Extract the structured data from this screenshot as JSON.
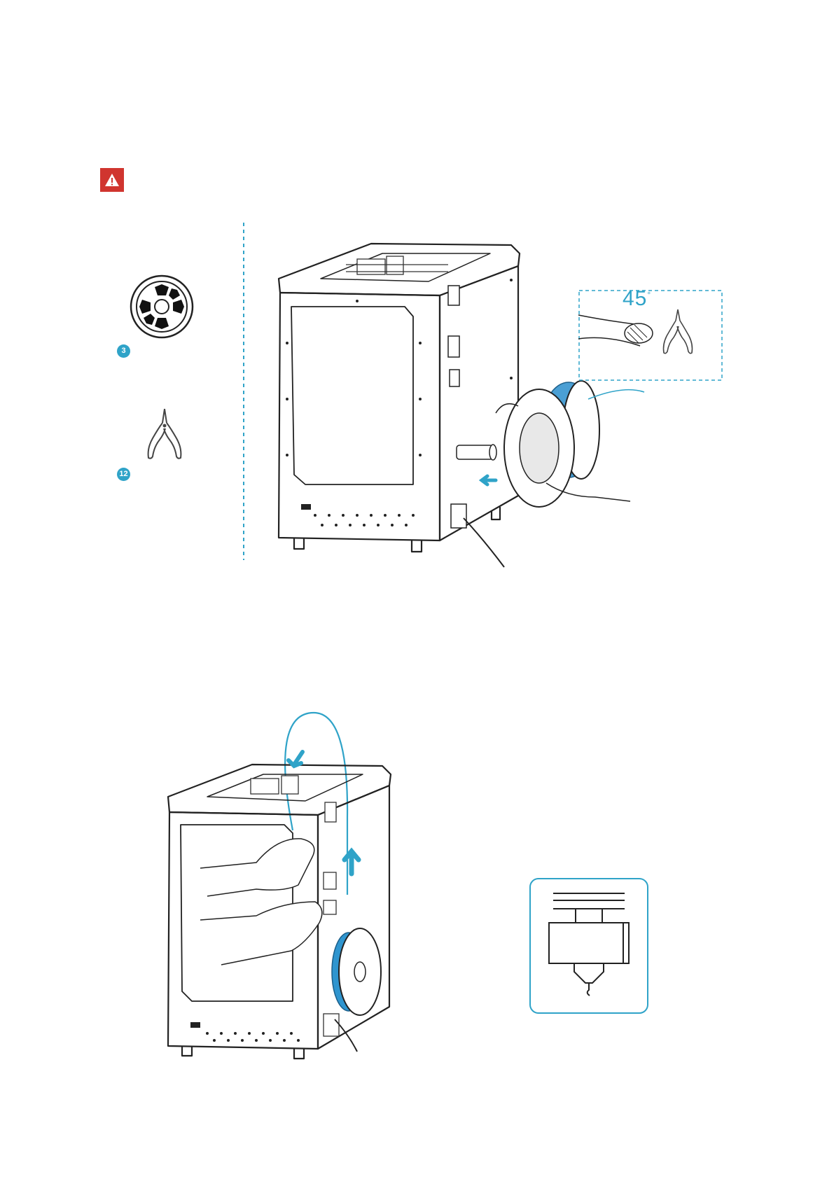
{
  "callouts": {
    "spool_holder": "3",
    "pliers": "12"
  },
  "cut_detail": {
    "angle": "45",
    "degree_mark": "°"
  },
  "icons": [
    "warning-icon",
    "spool-holder-icon",
    "pliers-icon",
    "printer-illustration",
    "filament-spool-icon",
    "arrow-icon",
    "nozzle-icon"
  ],
  "colors": {
    "warning": "#d0352f",
    "accent": "#2fa3c8"
  }
}
